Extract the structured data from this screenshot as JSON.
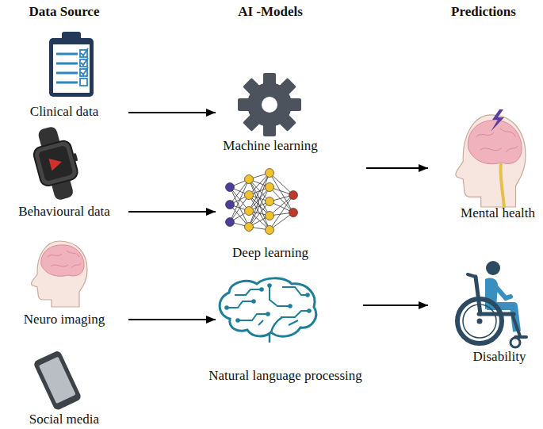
{
  "diagram": {
    "nodes": [
      {
        "text": [
          "Clinical data"
        ]
      },
      {
        "text": [
          "Behavioural data"
        ]
      },
      {
        "text": [
          "Neuro imaging"
        ]
      },
      {
        "text": [
          "Social media"
        ]
      },
      {
        "text": [
          "Machine learning"
        ]
      },
      {
        "text": [
          "Deep learning"
        ]
      },
      {
        "text": [
          "Natural language processing"
        ]
      },
      {
        "text": [
          "Mental health"
        ]
      },
      {
        "text": [
          "Disability"
        ]
      }
    ],
    "edges": [
      {
        "from": 0,
        "to": 4,
        "arrow": "to"
      },
      {
        "from": 1,
        "to": 5,
        "arrow": "to"
      },
      {
        "from": 2,
        "to": 6,
        "arrow": "to"
      },
      {
        "from": 5,
        "to": 7,
        "arrow": "to"
      },
      {
        "from": 6,
        "to": 8,
        "arrow": "to"
      }
    ],
    "labels": [
      "Data Source",
      "AI -Models",
      "Predictions"
    ]
  }
}
